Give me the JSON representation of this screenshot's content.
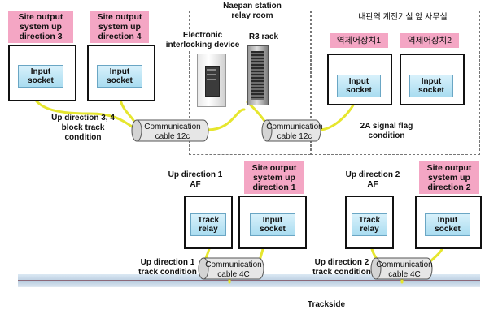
{
  "top": {
    "site3_label": "Site output\nsystem up\ndirection 3",
    "site4_label": "Site output\nsystem up\ndirection 4",
    "socket3": "Input\nsocket",
    "socket4": "Input\nsocket",
    "up34_label": "Up direction 3, 4\nblock track\ncondition",
    "cable_a": [
      "Communication",
      "cable 12c"
    ],
    "cable_b": [
      "Communication",
      "cable 12c"
    ],
    "signal_flag": "2A signal flag\ncondition"
  },
  "relay_room": {
    "title": "Naepan station\nrelay room",
    "interlocking": "Electronic\ninterlocking device",
    "r3_rack": "R3 rack"
  },
  "office": {
    "title": "내판역 계전기실 앞 사무실",
    "unit1": "역제어장치1",
    "unit2": "역제어장치2",
    "socket1": "Input\nsocket",
    "socket2": "Input\nsocket"
  },
  "bottom": {
    "af1_label": "Up direction 1\nAF",
    "site1_label": "Site output\nsystem up\ndirection 1",
    "relay1": "Track\nrelay",
    "socket_b1": "Input\nsocket",
    "track1_label": "Up direction 1\ntrack condition",
    "cable_c": [
      "Communication",
      "cable 4C"
    ],
    "af2_label": "Up direction 2\nAF",
    "site2_label": "Site output\nsystem up\ndirection 2",
    "relay2": "Track\nrelay",
    "socket_b2": "Input\nsocket",
    "track2_label": "Up direction 2\ntrack condition",
    "cable_d": [
      "Communication",
      "cable 4C"
    ],
    "trackside": "Trackside"
  },
  "colors": {
    "pink": "#f4a6c4",
    "socket_fill": "#bfe6f5",
    "wire": "#e6e62e",
    "cable_fill": "#e6e6e6"
  }
}
